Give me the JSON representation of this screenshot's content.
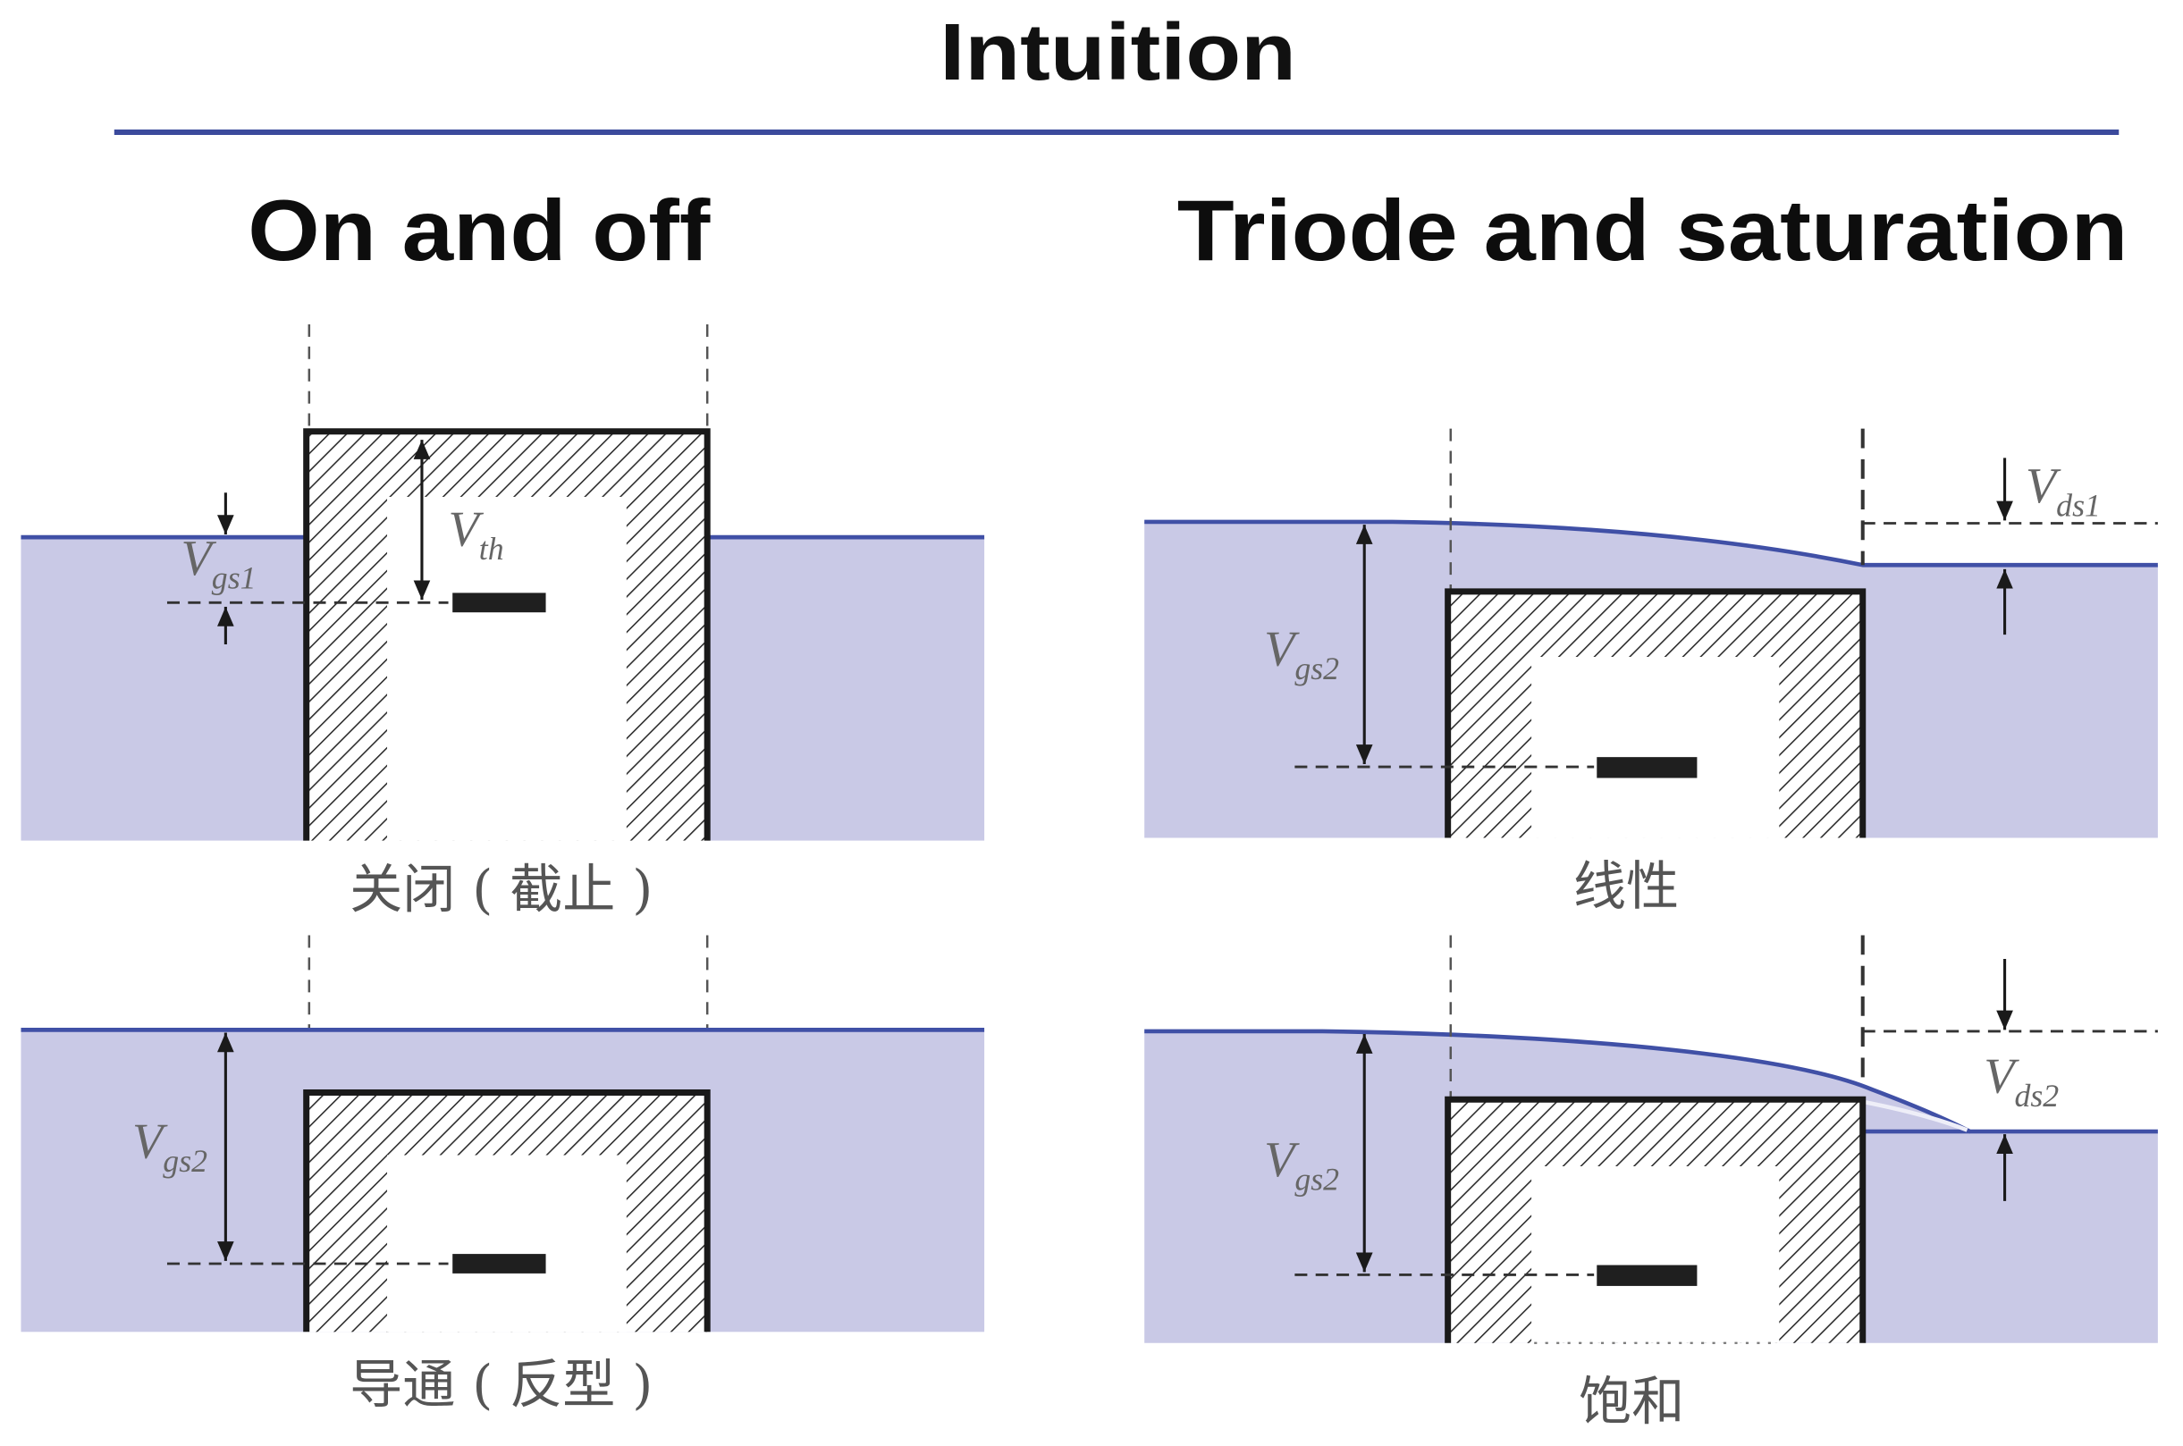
{
  "slide": {
    "title": "Intuition",
    "left_heading": "On and off",
    "right_heading": "Triode and saturation"
  },
  "diagrams": {
    "cutoff": {
      "caption": "关闭 ( 截止 )",
      "vgs": {
        "main": "V",
        "sub": "gs1"
      },
      "vth": {
        "main": "V",
        "sub": "th"
      }
    },
    "inversion": {
      "caption": "导通 ( 反型 )",
      "vgs": {
        "main": "V",
        "sub": "gs2"
      }
    },
    "linear": {
      "caption": "线性",
      "vgs": {
        "main": "V",
        "sub": "gs2"
      },
      "vds": {
        "main": "V",
        "sub": "ds1"
      }
    },
    "saturation": {
      "caption": "饱和",
      "vgs": {
        "main": "V",
        "sub": "gs2"
      },
      "vds": {
        "main": "V",
        "sub": "ds2"
      }
    }
  },
  "colors": {
    "rule": "#3b4a9c",
    "water": "#c9c9e6",
    "surface": "#4050a6",
    "gate_bar": "#1f1f1f"
  }
}
